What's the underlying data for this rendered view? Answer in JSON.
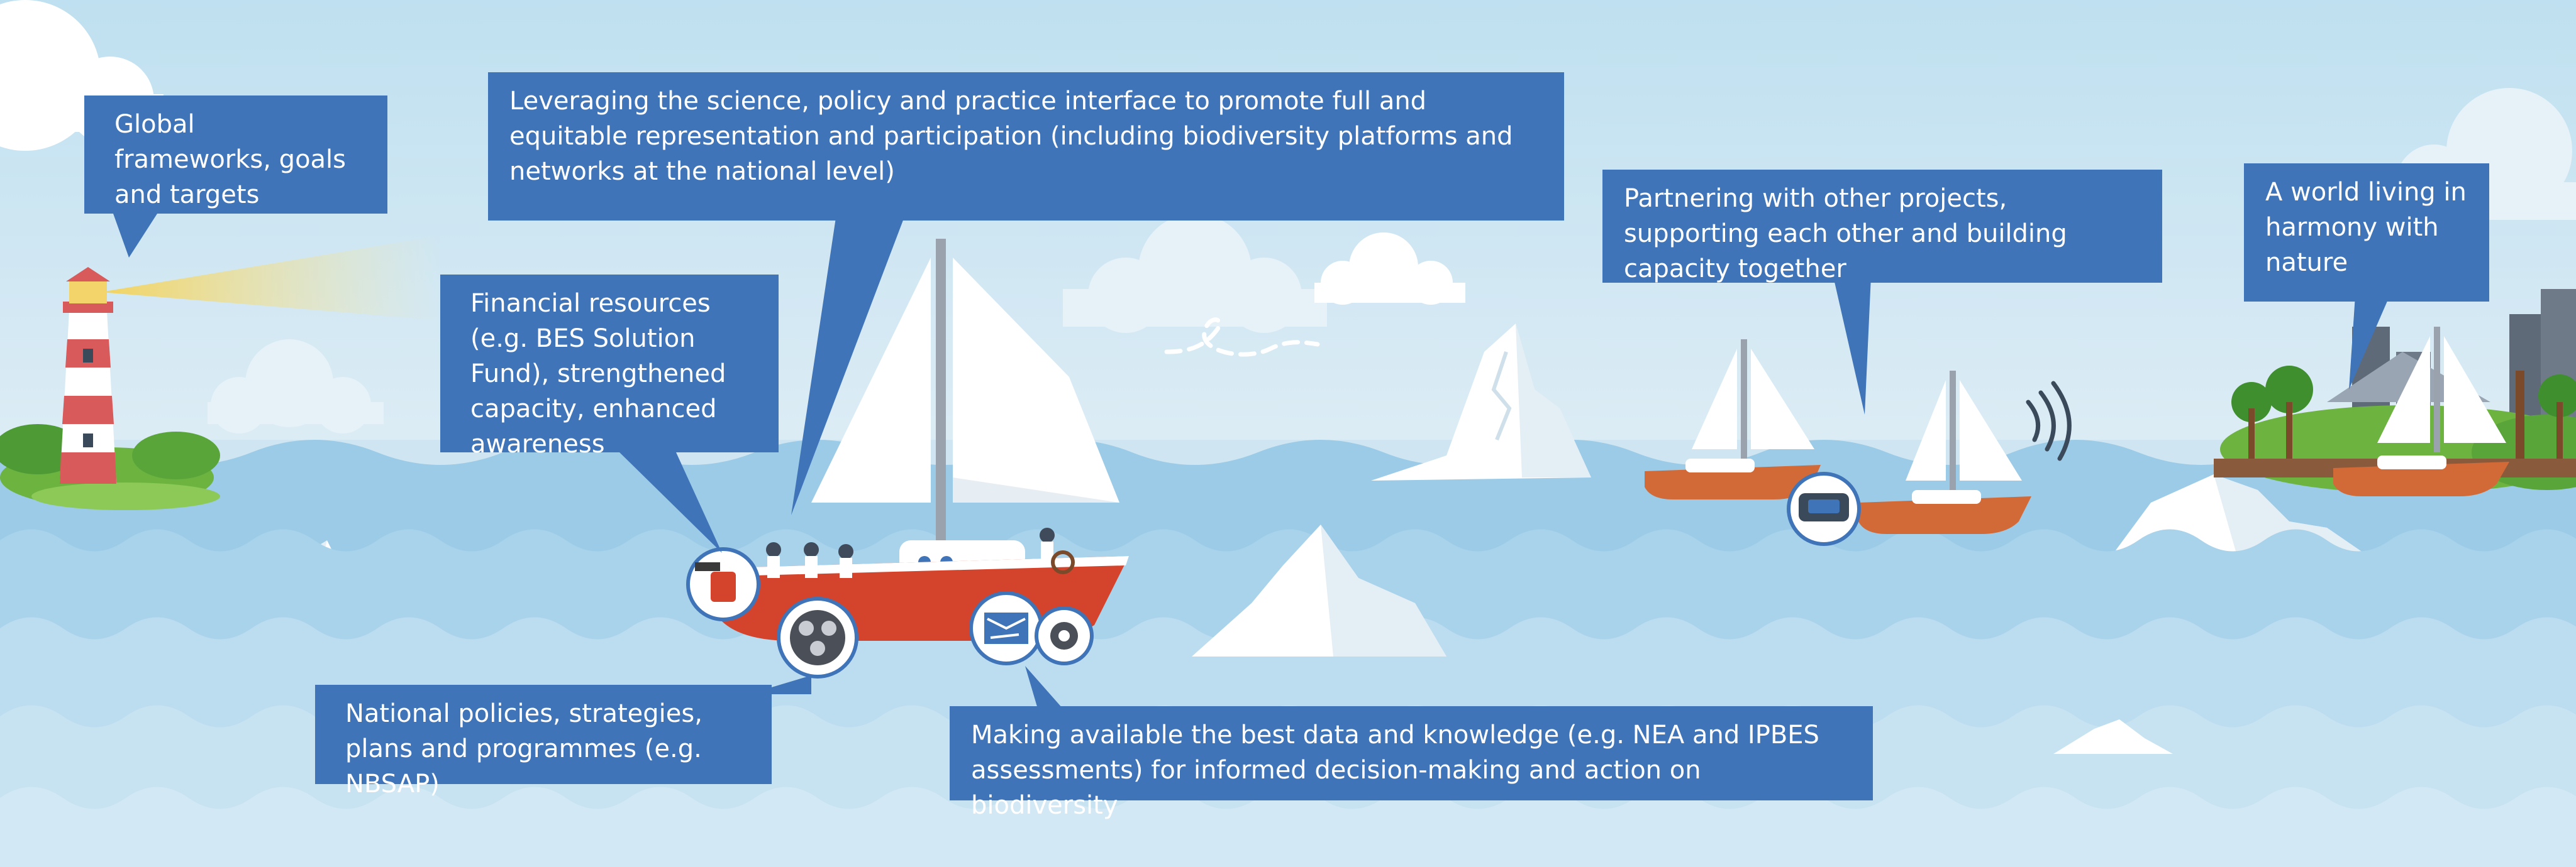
{
  "callouts": {
    "global_frameworks": "Global frameworks, goals and targets",
    "science_policy": "Leveraging the science, policy and practice interface to promote full and equitable representation and participation (including biodiversity platforms and networks at the national level)",
    "partnering": "Partnering with other projects, supporting each other and building capacity together",
    "world_harmony": "A world living in harmony with nature",
    "financial_resources": "Financial resources (e.g. BES Solution Fund), strengthened capacity, enhanced awareness",
    "national_policies": "National policies, strategies, plans and programmes (e.g. NBSAP)",
    "data_knowledge": "Making available the best data and knowledge (e.g. NEA and IPBES assessments) for informed decision-making and action on biodiversity"
  },
  "colors": {
    "sky": "#cfe6f2",
    "sea": "#95c6e7",
    "callout": "#3f74b8",
    "hull": "#d4432b",
    "island": "#6cb33f",
    "lighthouse_red": "#d85a5a",
    "beam": "#f3d46a",
    "ice": "#ffffff"
  }
}
